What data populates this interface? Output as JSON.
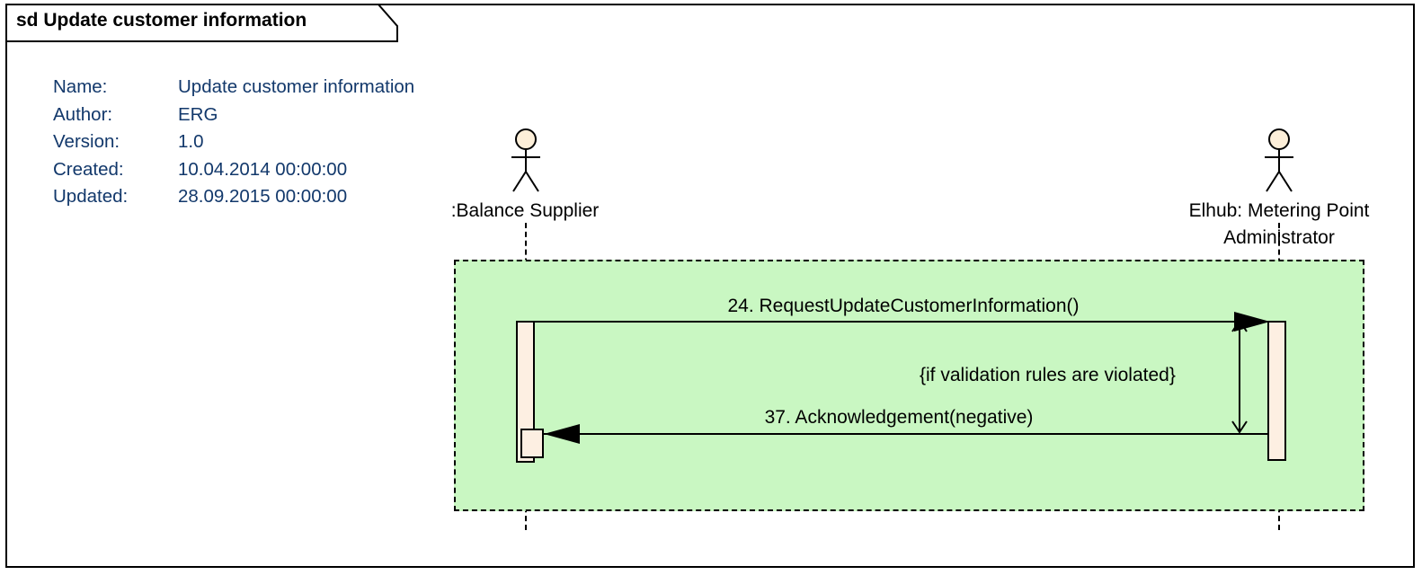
{
  "diagram": {
    "kind_keyword": "sd",
    "title": "Update customer information",
    "tab_label": "sd Update customer information"
  },
  "metadata": {
    "rows": [
      {
        "key": "Name:",
        "value": "Update customer information"
      },
      {
        "key": "Author:",
        "value": "ERG"
      },
      {
        "key": "Version:",
        "value": "1.0"
      },
      {
        "key": "Created:",
        "value": "10.04.2014 00:00:00"
      },
      {
        "key": "Updated:",
        "value": "28.09.2015 00:00:00"
      }
    ],
    "text_color": "#12386b"
  },
  "lifelines": [
    {
      "id": "balance-supplier",
      "label_line1": ":Balance Supplier",
      "label_line2": "",
      "icon": "actor-stick-figure"
    },
    {
      "id": "metering-point-administrator",
      "label_line1": "Elhub: Metering Point",
      "label_line2": "Administrator",
      "icon": "actor-stick-figure"
    }
  ],
  "messages": [
    {
      "number": "24.",
      "name": "RequestUpdateCustomerInformation()",
      "label": "24. RequestUpdateCustomerInformation()",
      "direction": "left-to-right",
      "from": ":Balance Supplier",
      "to": "Elhub: Metering Point Administrator"
    },
    {
      "number": "37.",
      "name": "Acknowledgement(negative)",
      "label": "37. Acknowledgement(negative)",
      "direction": "right-to-left",
      "from": "Elhub: Metering Point Administrator",
      "to": ":Balance Supplier"
    }
  ],
  "constraints": [
    {
      "id": "validation-guard",
      "label": "{if validation rules are violated}"
    }
  ],
  "colors": {
    "region_fill": "#c9f7c2",
    "region_border": "#000000",
    "activation_fill": "#fdefe2",
    "actor_head_fill": "#fdefd9",
    "line": "#000000",
    "metadata_text": "#12386b",
    "canvas": "#ffffff"
  }
}
